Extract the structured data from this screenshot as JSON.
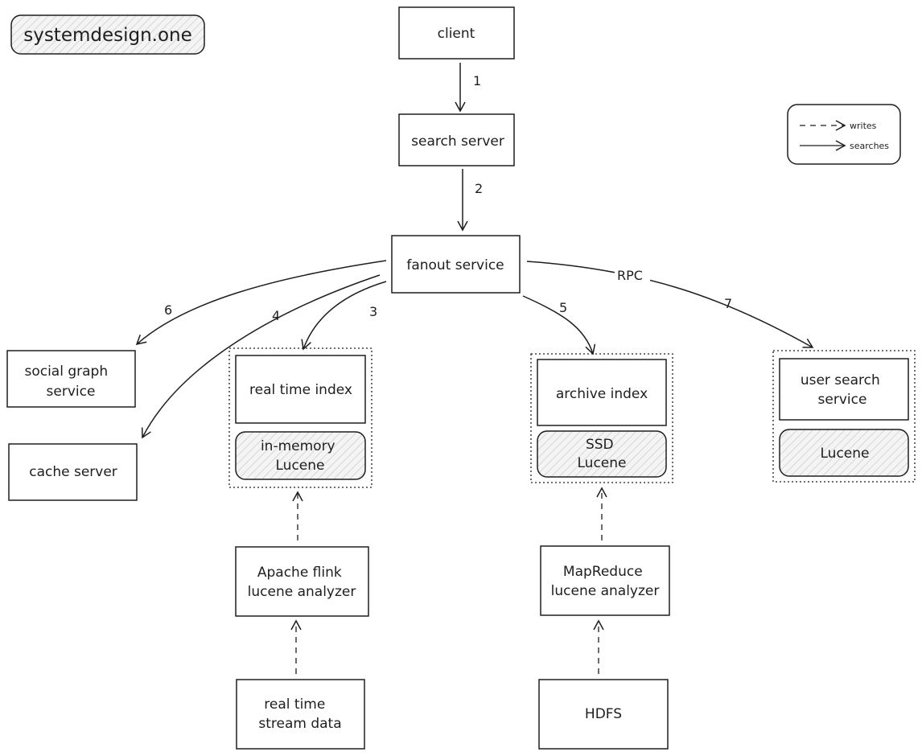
{
  "brand": {
    "label": "systemdesign.one"
  },
  "legend": {
    "writes": "writes",
    "searches": "searches"
  },
  "nodes": {
    "client": "client",
    "search_server": "search server",
    "fanout_service": "fanout service",
    "social_graph_service": [
      "social graph",
      "service"
    ],
    "cache_server": "cache server",
    "real_time_index": "real time index",
    "in_memory_lucene": [
      "in-memory",
      "Lucene"
    ],
    "archive_index": "archive index",
    "ssd_lucene": [
      "SSD",
      "Lucene"
    ],
    "user_search_service": [
      "user search",
      "service"
    ],
    "user_lucene": "Lucene",
    "apache_flink": [
      "Apache flink",
      "lucene analyzer"
    ],
    "mapreduce": [
      "MapReduce",
      "lucene analyzer"
    ],
    "real_time_stream": [
      "real time",
      "stream data"
    ],
    "hdfs": "HDFS"
  },
  "edges": {
    "step_1": "1",
    "step_2": "2",
    "step_3": "3",
    "step_4": "4",
    "step_5": "5",
    "step_6": "6",
    "step_7": "7",
    "rpc": "RPC"
  }
}
